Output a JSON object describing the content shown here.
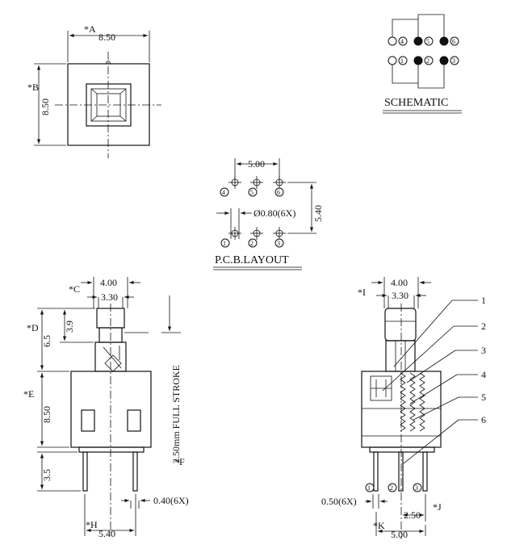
{
  "top_view": {
    "dim_a_label": "*A",
    "dim_a_value": "8.50",
    "dim_b_label": "*B",
    "dim_b_value": "8.50"
  },
  "schematic": {
    "title": "SCHEMATIC",
    "top_pins": [
      "4",
      "5",
      "6"
    ],
    "bottom_pins": [
      "1",
      "2",
      "3"
    ]
  },
  "pcb_layout": {
    "title": "P.C.B.LAYOUT",
    "pitch_value": "5.00",
    "row_spacing_value": "5.40",
    "hole_value": "Ø0.80(6X)",
    "top_pins": [
      "4",
      "5",
      "6"
    ],
    "bottom_pins": [
      "1",
      "2",
      "3"
    ]
  },
  "front_view": {
    "width_outer": "4.00",
    "width_inner": "3.30",
    "dim_c_label": "*C",
    "dim_d_label": "*D",
    "dim_d_value": "6.5",
    "cap_height": "3.9",
    "dim_e_label": "*E",
    "dim_e_value": "8.50",
    "stroke_text": "2.50mm  FULL STROKE",
    "dim_f_label": "*F",
    "lead_length": "3.5",
    "pin_width": "0.40(6X)",
    "dim_h_label": "*H",
    "pin_spacing": "5.40"
  },
  "side_view": {
    "width_outer": "4.00",
    "width_inner": "3.30",
    "dim_i_label": "*I",
    "callouts": [
      "1",
      "2",
      "3",
      "4",
      "5",
      "6"
    ],
    "pins": [
      "1",
      "2",
      "3"
    ],
    "pin_thickness": "0.50(6X)",
    "pin_pitch": "2.50",
    "dim_j_label": "*J",
    "dim_k_label": "*K",
    "overall_pitch": "5.00"
  }
}
